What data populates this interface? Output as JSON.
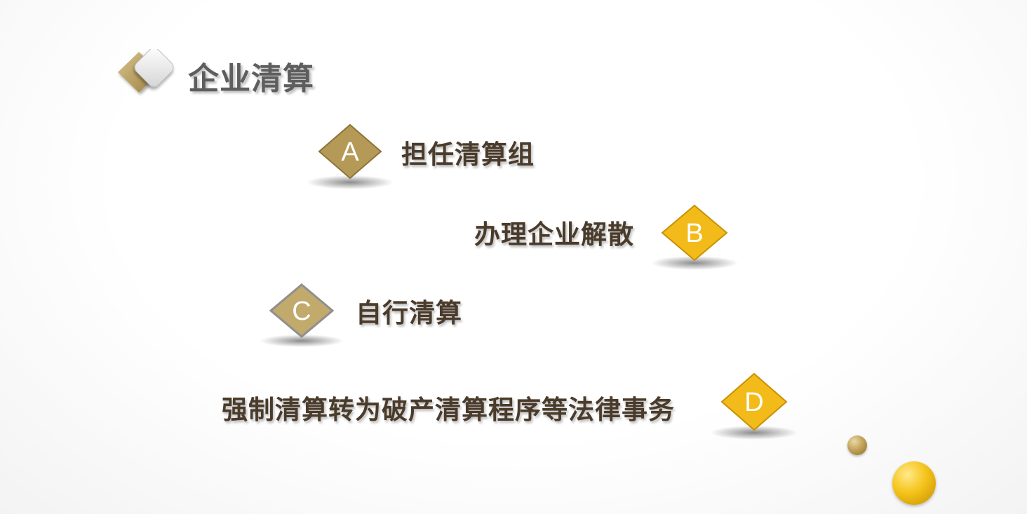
{
  "title": "企业清算",
  "items": [
    {
      "letter": "A",
      "text": "担任清算组",
      "color": "#b59a57"
    },
    {
      "letter": "B",
      "text": "办理企业解散",
      "color": "#f2bb1a"
    },
    {
      "letter": "C",
      "text": "自行清算",
      "color": "#c2a96c"
    },
    {
      "letter": "D",
      "text": "强制清算转为破产清算程序等法律事务",
      "color": "#f2bb1a"
    }
  ],
  "colors": {
    "text": "#4a3b2b",
    "title": "#5e5e5e",
    "gold": "#b59a57",
    "yellow": "#f2bb1a"
  },
  "decorations": [
    "small-gold-dot",
    "large-yellow-dot"
  ]
}
